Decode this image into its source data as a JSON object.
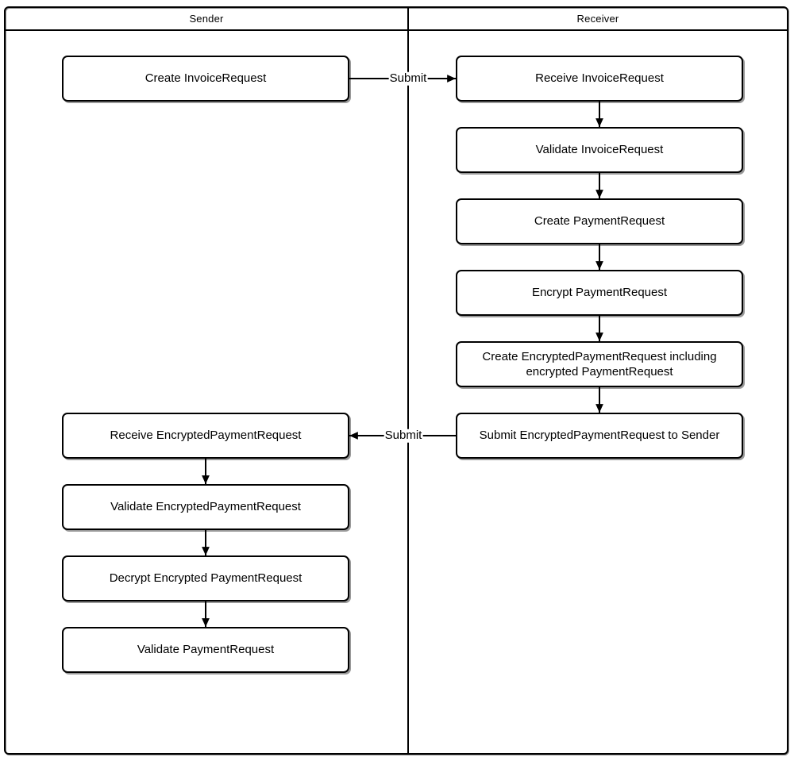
{
  "diagram": {
    "type": "swimlane-flowchart",
    "colors": {
      "stroke": "#000000",
      "background": "#ffffff"
    },
    "lanes": [
      {
        "title": "Sender",
        "boxes": [
          {
            "label": "Create InvoiceRequest"
          },
          {
            "label": "Receive EncryptedPaymentRequest"
          },
          {
            "label": "Validate EncryptedPaymentRequest"
          },
          {
            "label": "Decrypt Encrypted PaymentRequest"
          },
          {
            "label": "Validate PaymentRequest"
          }
        ]
      },
      {
        "title": "Receiver",
        "boxes": [
          {
            "label": "Receive InvoiceRequest"
          },
          {
            "label": "Validate InvoiceRequest"
          },
          {
            "label": "Create PaymentRequest"
          },
          {
            "label": "Encrypt PaymentRequest"
          },
          {
            "label": "Create EncryptedPaymentRequest including\nencrypted PaymentRequest"
          },
          {
            "label": "Submit EncryptedPaymentRequest to Sender"
          }
        ]
      }
    ],
    "edges": [
      {
        "from": "Create InvoiceRequest",
        "to": "Receive InvoiceRequest",
        "label": "Submit"
      },
      {
        "from": "Receive InvoiceRequest",
        "to": "Validate InvoiceRequest"
      },
      {
        "from": "Validate InvoiceRequest",
        "to": "Create PaymentRequest"
      },
      {
        "from": "Create PaymentRequest",
        "to": "Encrypt PaymentRequest"
      },
      {
        "from": "Encrypt PaymentRequest",
        "to": "Create EncryptedPaymentRequest including encrypted PaymentRequest"
      },
      {
        "from": "Create EncryptedPaymentRequest including encrypted PaymentRequest",
        "to": "Submit EncryptedPaymentRequest to Sender"
      },
      {
        "from": "Submit EncryptedPaymentRequest to Sender",
        "to": "Receive EncryptedPaymentRequest",
        "label": "Submit"
      },
      {
        "from": "Receive EncryptedPaymentRequest",
        "to": "Validate EncryptedPaymentRequest"
      },
      {
        "from": "Validate EncryptedPaymentRequest",
        "to": "Decrypt Encrypted PaymentRequest"
      },
      {
        "from": "Decrypt Encrypted PaymentRequest",
        "to": "Validate PaymentRequest"
      }
    ]
  }
}
